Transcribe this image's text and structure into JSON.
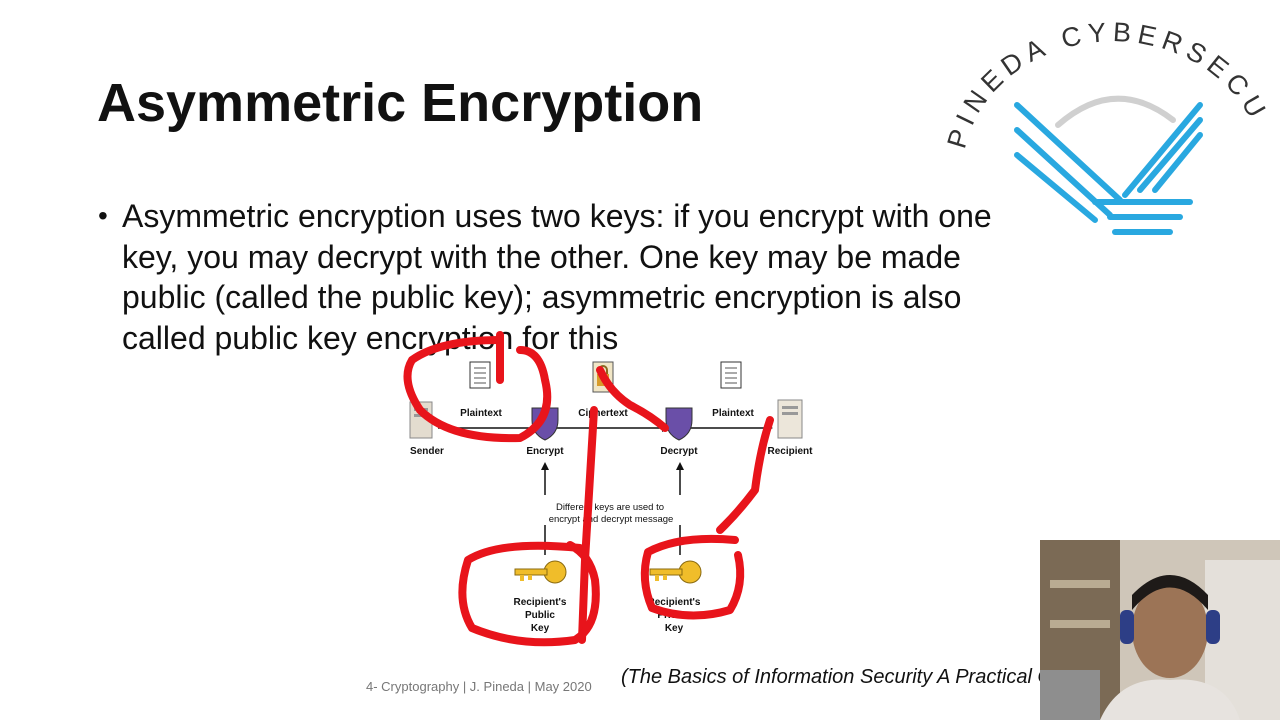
{
  "slide": {
    "title": "Asymmetric Encryption",
    "bullet_marker": "•",
    "bullet_text": "Asymmetric encryption uses two keys: if you encrypt with one key, you may decrypt with the other. One key may be made public (called the public key); asymmetric encryption is also called public key encryption for this"
  },
  "diagram": {
    "plaintext_left": "Plaintext",
    "ciphertext": "Ciphertext",
    "plaintext_right": "Plaintext",
    "sender": "Sender",
    "encrypt": "Encrypt",
    "decrypt": "Decrypt",
    "recipient": "Recipient",
    "note_line1": "Different keys are used to",
    "note_line2": "encrypt and decrypt message",
    "public_key_l1": "Recipient's",
    "public_key_l2": "Public",
    "public_key_l3": "Key",
    "private_key_l1": "Recipient's",
    "private_key_l2": "Private",
    "private_key_l3": "Key"
  },
  "logo": {
    "text": "PINEDA CYBERSECURITY",
    "color": "#29a8e0"
  },
  "footer": {
    "left": "4- Cryptography  | J. Pineda | May 2020",
    "citation": "(The Basics of Information Security A Practical Guide)"
  },
  "annotation_color": "#e8141b"
}
